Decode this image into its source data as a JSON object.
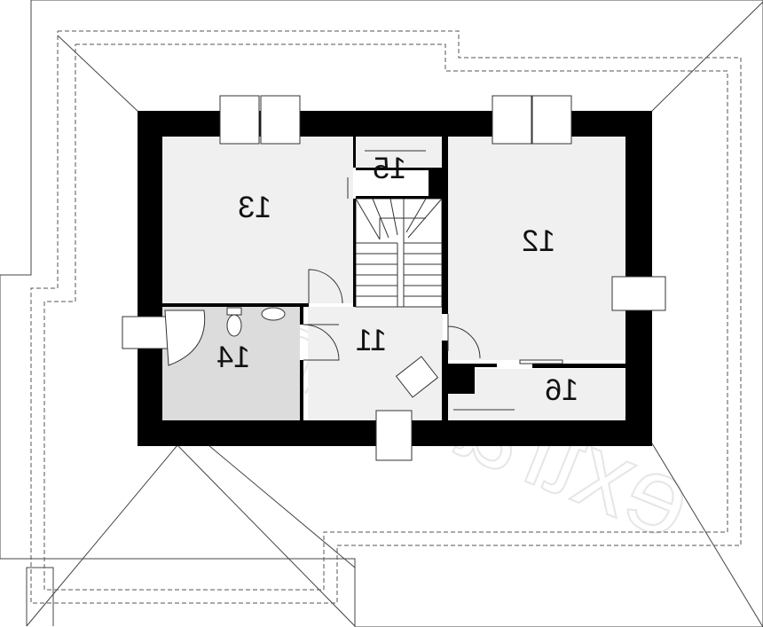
{
  "plan": {
    "rooms": [
      {
        "id": "r11",
        "label": "11"
      },
      {
        "id": "r12",
        "label": "12"
      },
      {
        "id": "r13",
        "label": "13"
      },
      {
        "id": "r14",
        "label": "14"
      },
      {
        "id": "r15",
        "label": "15"
      },
      {
        "id": "r16",
        "label": "16"
      }
    ],
    "watermark": "extradom"
  }
}
